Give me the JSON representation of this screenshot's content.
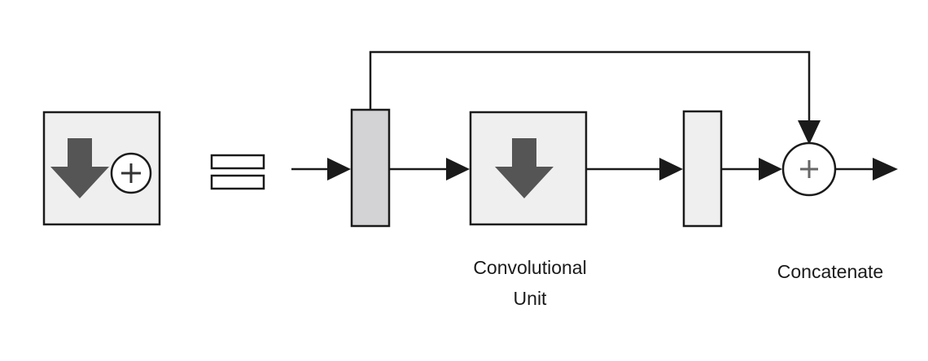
{
  "diagram": {
    "labels": {
      "conv_unit_line1": "Convolutional",
      "conv_unit_line2": "Unit",
      "concatenate": "Concatenate"
    },
    "icons": {
      "down_arrow": "down-arrow-icon",
      "plus": "plus-icon",
      "equals": "equals-icon"
    },
    "colors": {
      "stroke": "#1a1a1a",
      "block_fill": "#efefef",
      "dark_block_fill": "#d3d3d6",
      "arrow_icon": "#555555"
    }
  }
}
